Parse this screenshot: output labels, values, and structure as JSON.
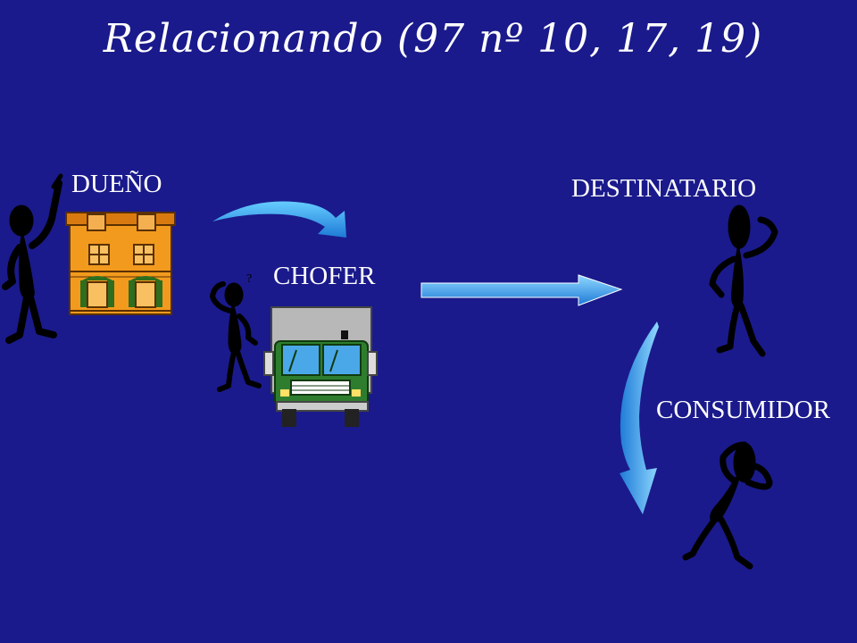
{
  "title": "Relacionando (97 nº 10, 17, 19)",
  "labels": {
    "owner": "DUEÑO",
    "driver": "CHOFER",
    "recipient": "DESTINATARIO",
    "consumer": "CONSUMIDOR"
  },
  "colors": {
    "background": "#1a1a8c",
    "text": "#ffffff",
    "arrow": "#3399ee",
    "house": "#f29a1e",
    "truck": "#2e7d2e",
    "figure": "#000000"
  },
  "icons": {
    "owner_figure": "pointing-person-icon",
    "house": "house-icon",
    "driver_figure": "confused-person-icon",
    "truck": "truck-icon",
    "recipient_figure": "thinking-person-icon",
    "consumer_figure": "worried-person-icon",
    "curved_arrow": "curved-arrow-icon",
    "straight_arrow": "right-arrow-icon",
    "down_arrow": "curved-down-arrow-icon"
  }
}
